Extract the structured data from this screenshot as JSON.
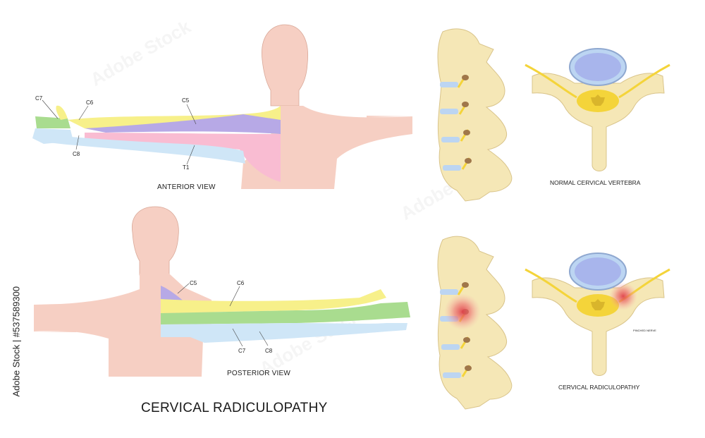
{
  "title": "CERVICAL RADICULOPATHY",
  "side_id": "Adobe Stock | #537589300",
  "watermark": "Adobe Stock",
  "anterior": {
    "caption": "ANTERIOR VIEW",
    "labels": {
      "c5": "C5",
      "c6": "C6",
      "c7": "C7",
      "c8": "C8",
      "t1": "T1"
    }
  },
  "posterior": {
    "caption": "POSTERIOR VIEW",
    "labels": {
      "c5": "C5",
      "c6": "C6",
      "c7": "C7",
      "c8": "C8"
    }
  },
  "spine_normal": {
    "caption": "NORMAL CERVICAL VERTEBRA"
  },
  "spine_affected": {
    "caption": "CERVICAL RADICULOPATHY",
    "pinched_label": "PINCHED NERVE"
  },
  "colors": {
    "skin": "#f6cfc3",
    "c5": "#b7a9e6",
    "c6": "#f7f08a",
    "c7": "#a9dc8f",
    "c8": "#cfe6f7",
    "t1": "#f9bcd2",
    "bone": "#f5e7b6",
    "bone_edge": "#d9c48b",
    "nerve": "#f4d43a",
    "disc": "#bcd5f2",
    "inflammation": "#e0424a"
  }
}
